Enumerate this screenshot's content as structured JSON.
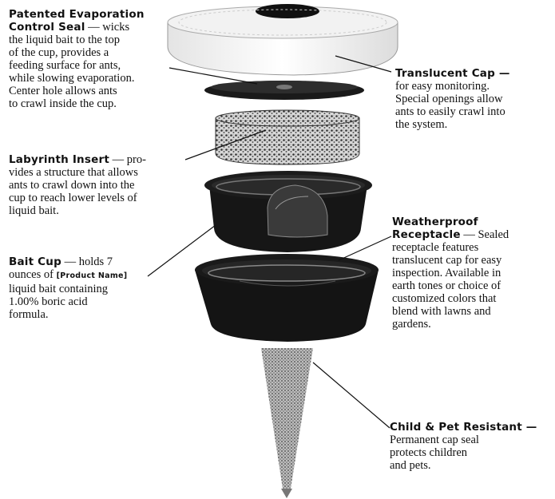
{
  "callouts": {
    "seal": {
      "title_line1": "Patented Evaporation",
      "title_line2": "Control Seal",
      "lines": [
        "— wicks",
        "the liquid bait to the top",
        "of the cup, provides a",
        "feeding surface for ants,",
        "while slowing evaporation.",
        "Center hole allows ants",
        "to crawl inside the cup."
      ]
    },
    "cap": {
      "title": "Translucent Cap —",
      "lines": [
        "for easy monitoring.",
        "Special openings allow",
        "ants to easily crawl into",
        "the system."
      ]
    },
    "labyrinth": {
      "title": "Labyrinth Insert",
      "lines": [
        "— pro-",
        "vides a structure that allows",
        "ants to crawl down into the",
        "cup to reach lower levels of",
        "liquid bait."
      ]
    },
    "receptacle": {
      "title_line1": "Weatherproof",
      "title_line2": "Receptacle",
      "lines": [
        "— Sealed",
        "receptacle features",
        "translucent cap for easy",
        "inspection. Available in",
        "earth tones or choice of",
        "customized colors that",
        "blend with lawns and",
        "gardens."
      ]
    },
    "baitcup": {
      "title": "Bait Cup",
      "text_a": "— holds 7",
      "text_b": "ounces of",
      "product": "[Product Name]",
      "lines": [
        "liquid bait containing",
        "1.00% boric acid",
        "formula."
      ]
    },
    "child": {
      "title": "Child & Pet Resistant —",
      "lines": [
        "Permanent cap seal",
        "protects children",
        "and pets."
      ]
    }
  }
}
